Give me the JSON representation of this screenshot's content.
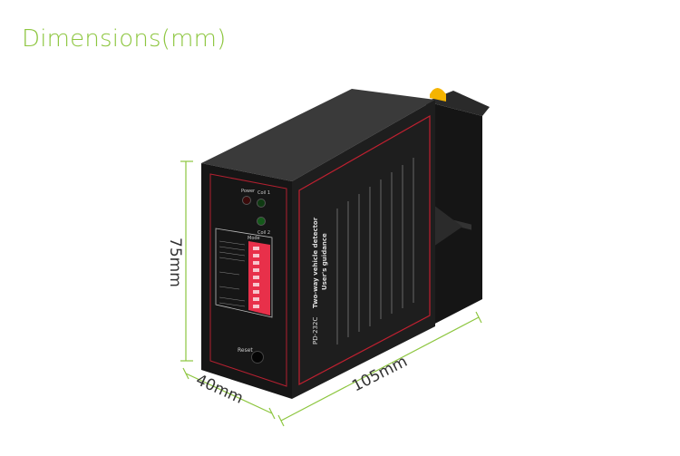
{
  "title": "Dimensions(mm)",
  "dimensions": {
    "height": "75mm",
    "width": "40mm",
    "length": "105mm"
  },
  "product": {
    "model": "PD-232C",
    "name": "Two-way vehicle detector",
    "subtitle": "User's guidance",
    "indicators": [
      "Power",
      "Coil 1",
      "Coil 2"
    ],
    "mode_label": "Mode",
    "reset_label": "Reset"
  },
  "colors": {
    "accent": "#8dc63f",
    "body": "#1c1c1c",
    "dip": "#e8304a",
    "clip": "#f5b400"
  }
}
